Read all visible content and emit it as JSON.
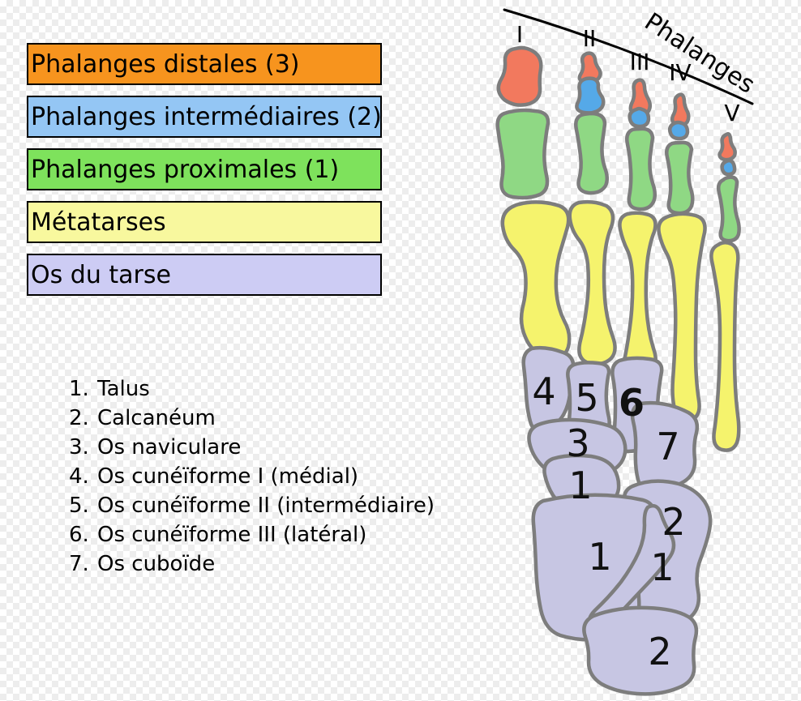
{
  "legend": {
    "items": [
      {
        "label": "Phalanges distales (3)",
        "color": "#f7941e"
      },
      {
        "label": "Phalanges intermédiaires (2)",
        "color": "#94c6f4"
      },
      {
        "label": "Phalanges proximales (1)",
        "color": "#7ee25c"
      },
      {
        "label": "Métatarses",
        "color": "#f8f89e"
      },
      {
        "label": "Os du tarse",
        "color": "#cdccf4"
      }
    ]
  },
  "list": {
    "items": [
      {
        "num": "1.",
        "label": "Talus"
      },
      {
        "num": "2.",
        "label": "Calcanéum"
      },
      {
        "num": "3.",
        "label": "Os naviculare"
      },
      {
        "num": "4.",
        "label": "Os cunéïforme I (médial)"
      },
      {
        "num": "5.",
        "label": "Os cunéïforme II (intermédiaire)"
      },
      {
        "num": "6.",
        "label": "Os cunéïforme III (latéral)"
      },
      {
        "num": "7.",
        "label": "Os cuboïde"
      }
    ]
  },
  "diagram": {
    "curve_label": "Phalanges",
    "numerals": [
      "I",
      "II",
      "III",
      "IV",
      "V"
    ],
    "tarsal_numbers": {
      "cuneiform1": "4",
      "cuneiform2": "5",
      "cuneiform3": "6",
      "navicular": "3",
      "cuboid": "7",
      "talus_head": "1",
      "calcaneus_upper": "2",
      "talus_body": "1",
      "talus_strip": "1",
      "calcaneus_lower": "2"
    },
    "colors": {
      "distal": "#f2795e",
      "intermediate": "#55a9e8",
      "proximal": "#8fd884",
      "metatarsal": "#f5f36d",
      "tarsal": "#c7c6e3",
      "outline": "#7d7d7d"
    }
  }
}
